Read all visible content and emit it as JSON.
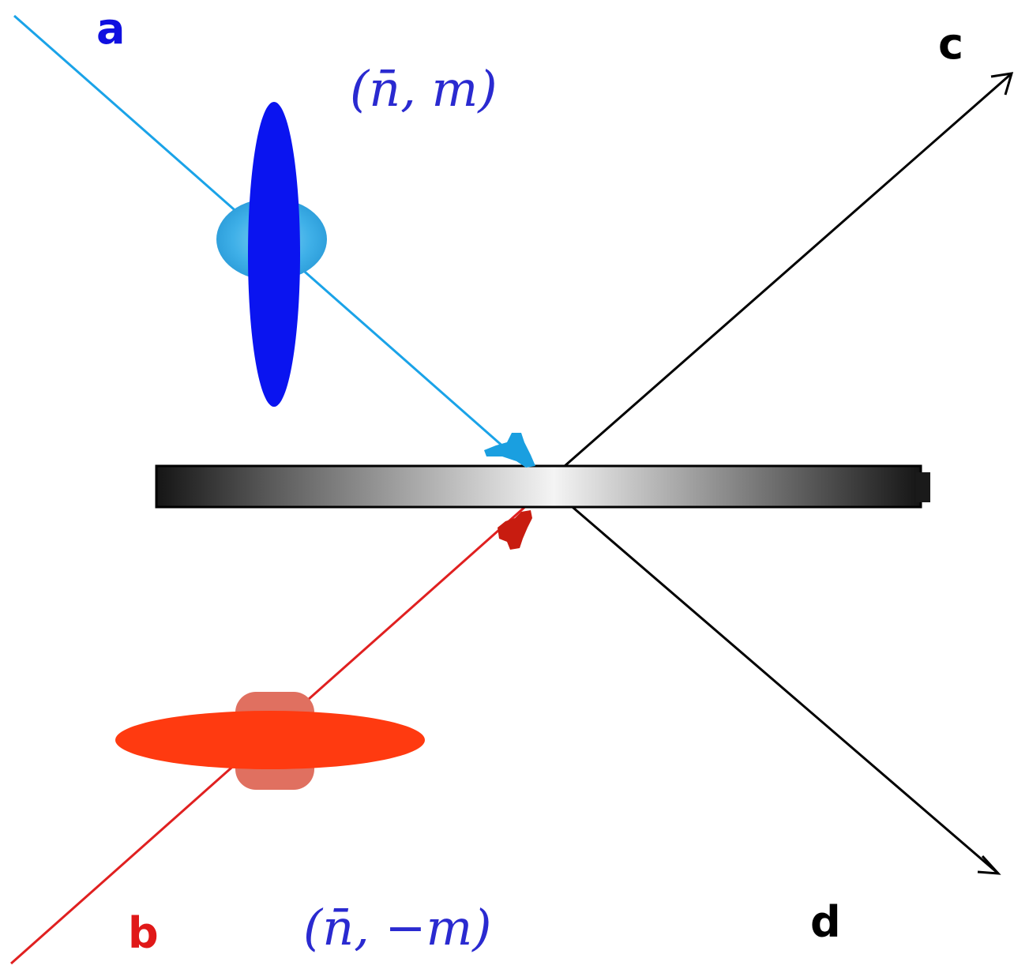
{
  "ports": {
    "a": "a",
    "b": "b",
    "c": "c",
    "d": "d"
  },
  "state_labels": {
    "upper": "(n̄, m)",
    "lower": "(n̄, −m)"
  },
  "colors": {
    "input_a_beam": "#1aa3e8",
    "input_a_ellipse": "#0a14f0",
    "input_a_label": "#1010e0",
    "input_b_beam": "#e02020",
    "input_b_ellipse": "#ff3a10",
    "input_b_halo": "#e07060",
    "input_b_label": "#e01818",
    "output_beams": "#000000",
    "math_labels": "#2a2ad0"
  }
}
